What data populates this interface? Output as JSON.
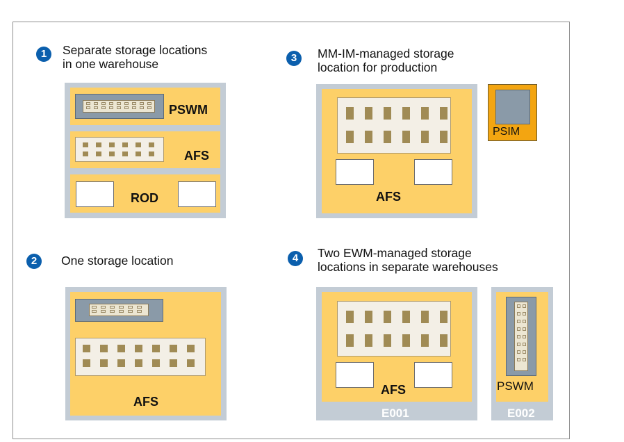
{
  "scenarios": [
    {
      "number": "1",
      "line1": "Separate storage locations",
      "line2": "in one warehouse"
    },
    {
      "number": "2",
      "line1": "One storage location",
      "line2": ""
    },
    {
      "number": "3",
      "line1": "MM-IM-managed storage",
      "line2": "location for production"
    },
    {
      "number": "4",
      "line1": "Two EWM-managed storage",
      "line2": "locations in separate warehouses"
    }
  ],
  "labels": {
    "pswm": "PSWM",
    "afs": "AFS",
    "rod": "ROD",
    "psim": "PSIM",
    "e001": "E001",
    "e002": "E002"
  },
  "colors": {
    "badge": "#0b5fad",
    "area": "#fdd068",
    "warehouse": "#c3ccd5",
    "shelf": "#8a9aa8",
    "bin": "#a08b55"
  }
}
